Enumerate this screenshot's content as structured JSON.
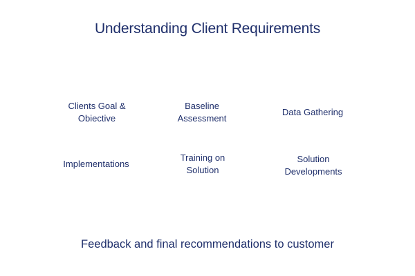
{
  "title": "Understanding Client Requirements",
  "steps": [
    {
      "label": "Clients Goal &\nObiective"
    },
    {
      "label": "Baseline\nAssessment"
    },
    {
      "label": "Data Gathering"
    },
    {
      "label": "Implementations"
    },
    {
      "label": "Training on\nSolution"
    },
    {
      "label": "Solution\nDevelopments"
    }
  ],
  "footer": "Feedback and final recommendations to customer",
  "colors": {
    "text": "#1f2f6b",
    "background": "#ffffff"
  }
}
